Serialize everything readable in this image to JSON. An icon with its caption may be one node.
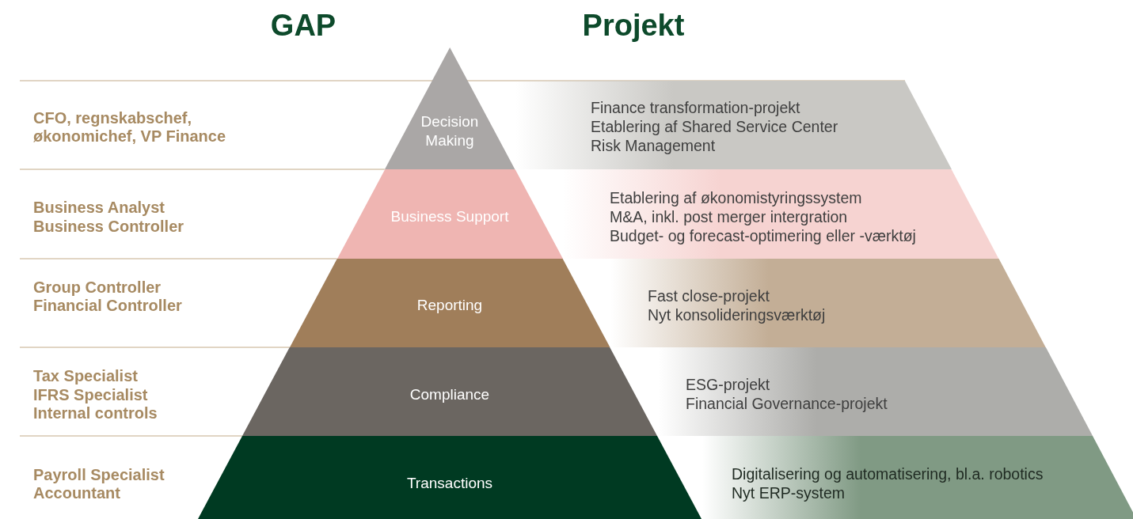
{
  "diagram": {
    "nodes": [
      {
        "text": [
          "Decision Making"
        ]
      },
      {
        "text": [
          "Business Support"
        ]
      },
      {
        "text": [
          "Reporting"
        ]
      },
      {
        "text": [
          "Compliance"
        ]
      },
      {
        "text": [
          "Transactions"
        ]
      },
      {
        "text": [
          "Finance transformation-projekt",
          "Etablering af Shared Service Center",
          "Risk Management"
        ]
      },
      {
        "text": [
          "Etablering af økonomistyringssystem",
          "M&A, inkl. post merger intergration",
          "Budget- og forecast-optimering eller -værktøj"
        ]
      },
      {
        "text": [
          "Fast close-projekt",
          "Nyt konsolideringsværktøj"
        ]
      },
      {
        "text": [
          "ESG-projekt",
          "Financial Governance-projekt"
        ]
      },
      {
        "text": [
          "Digitalisering og automatisering, bl.a. robotics",
          "Nyt ERP-system"
        ]
      }
    ],
    "labels": [
      "GAP",
      "Projekt",
      "CFO, regnskabschef, økonomichef, VP Finance",
      "Business Analyst",
      "Business Controller",
      "Group Controller",
      "Financial Controller",
      "Tax Specialist",
      "IFRS Specialist",
      "Internal controls",
      "Payroll Specialist",
      "Accountant"
    ]
  }
}
